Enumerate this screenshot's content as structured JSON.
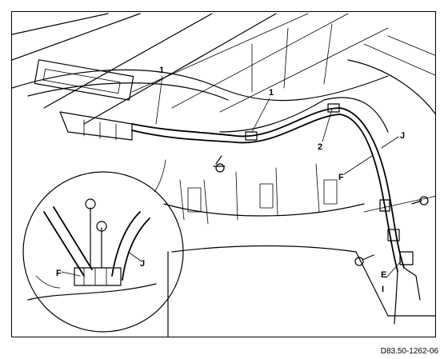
{
  "figure": {
    "reference_code": "D83.50-1262-06",
    "callouts": [
      {
        "id": "c1a",
        "label": "1"
      },
      {
        "id": "c1b",
        "label": "1"
      },
      {
        "id": "c2",
        "label": "2"
      },
      {
        "id": "cJa",
        "label": "J"
      },
      {
        "id": "cFa",
        "label": "F"
      },
      {
        "id": "cE",
        "label": "E"
      },
      {
        "id": "cI",
        "label": "I"
      },
      {
        "id": "cF2",
        "label": "F"
      },
      {
        "id": "cJ2",
        "label": "J"
      }
    ]
  },
  "colors": {
    "line": "#000000",
    "background": "#ffffff"
  }
}
